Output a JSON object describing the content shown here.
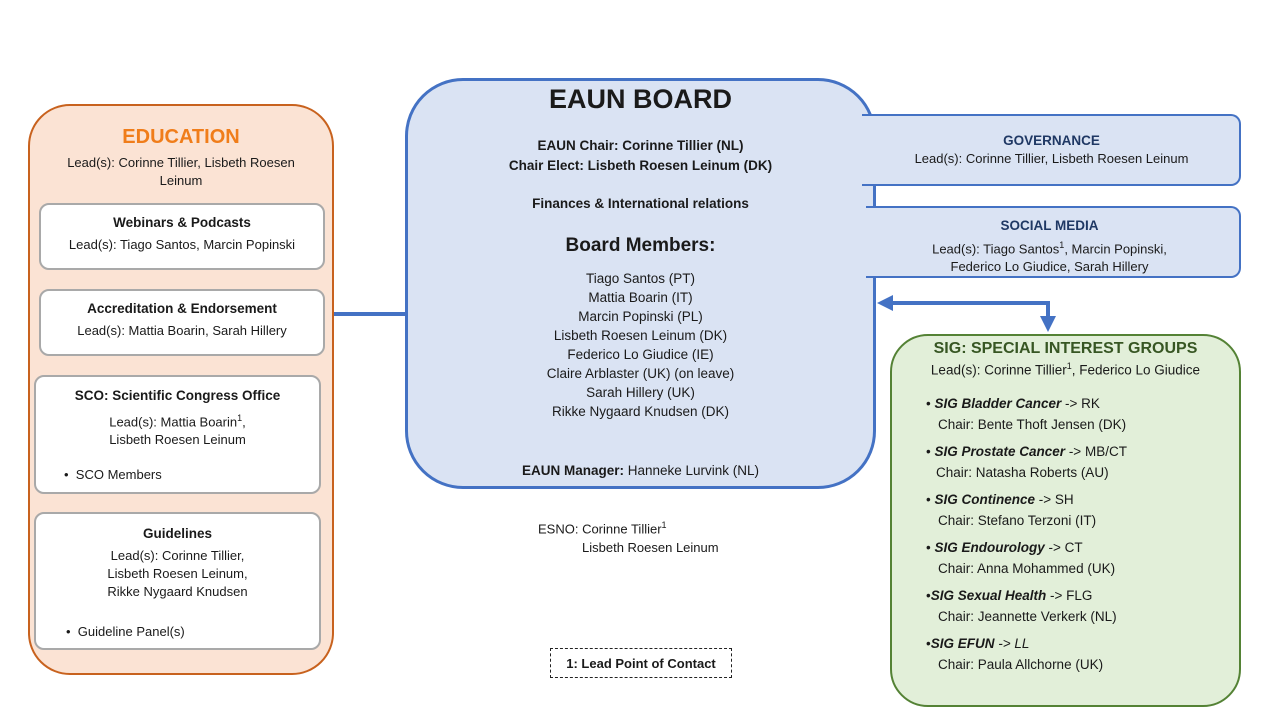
{
  "education": {
    "title": "EDUCATION",
    "leads_line1": "Lead(s): Corinne Tillier, Lisbeth Roesen",
    "leads_line2": "Leinum",
    "webinars": {
      "title": "Webinars & Podcasts",
      "leads": "Lead(s): Tiago Santos, Marcin Popinski"
    },
    "accreditation": {
      "title": "Accreditation & Endorsement",
      "leads": "Lead(s): Mattia Boarin, Sarah Hillery"
    },
    "sco": {
      "title": "SCO: Scientific Congress Office",
      "leads_line1": "Lead(s): Mattia Boarin",
      "leads_sup": "1",
      "leads_comma": ",",
      "leads_line2": "Lisbeth Roesen Leinum",
      "bullet": "SCO Members"
    },
    "guidelines": {
      "title": "Guidelines",
      "leads_line1": "Lead(s): Corinne Tillier,",
      "leads_line2": "Lisbeth Roesen Leinum,",
      "leads_line3": "Rikke Nygaard Knudsen",
      "bullet": "Guideline Panel(s)"
    }
  },
  "board": {
    "title": "EAUN BOARD",
    "chair": "EAUN Chair: Corinne Tillier (NL)",
    "chair_elect": "Chair Elect: Lisbeth Roesen Leinum (DK)",
    "finances": "Finances & International relations",
    "members_heading": "Board Members:",
    "members": [
      "Tiago Santos (PT)",
      "Mattia Boarin (IT)",
      "Marcin Popinski (PL)",
      "Lisbeth Roesen Leinum (DK)",
      "Federico Lo Giudice (IE)",
      "Claire Arblaster (UK) (on leave)",
      "Sarah Hillery (UK)",
      "Rikke Nygaard Knudsen (DK)"
    ],
    "manager_label": "EAUN Manager:",
    "manager_name": "Hanneke Lurvink (NL)"
  },
  "esno": {
    "line1_label": "ESNO: Corinne Tillier",
    "line1_sup": "1",
    "line2": "Lisbeth Roesen Leinum"
  },
  "governance": {
    "title": "GOVERNANCE",
    "leads": "Lead(s): Corinne Tillier, Lisbeth Roesen Leinum"
  },
  "social_media": {
    "title": "SOCIAL MEDIA",
    "leads_a": "Lead(s): Tiago Santos",
    "leads_sup": "1",
    "leads_b": ", Marcin Popinski,",
    "leads_line2": "Federico Lo Giudice, Sarah Hillery"
  },
  "sig": {
    "title": "SIG: SPECIAL INTEREST GROUPS",
    "leads_a": "Lead(s): Corinne Tillier",
    "leads_sup": "1",
    "leads_b": ", Federico Lo Giudice",
    "groups": [
      {
        "name": "SIG Bladder Cancer",
        "suffix": " -> RK",
        "chair": "Chair: Bente Thoft Jensen (DK)"
      },
      {
        "name": "SIG Prostate Cancer",
        "suffix": " -> MB/CT",
        "chair": "Chair: Natasha Roberts (AU)"
      },
      {
        "name": "SIG Continence",
        "suffix": " -> SH",
        "chair": "Chair: Stefano Terzoni (IT)"
      },
      {
        "name": "SIG Endourology",
        "suffix": " -> CT",
        "chair": "Chair: Anna Mohammed (UK)"
      },
      {
        "name": "SIG Sexual Health",
        "suffix": " -> FLG",
        "chair": "Chair: Jeannette Verkerk (NL)"
      },
      {
        "name": "SIG EFUN",
        "suffix": " -> LL",
        "chair": "Chair: Paula Allchorne (UK)"
      }
    ]
  },
  "legend": "1: Lead Point of Contact",
  "colors": {
    "education_fill": "#fbe3d4",
    "education_border": "#c8621e",
    "education_title": "#f07d1a",
    "board_fill": "#dae3f3",
    "board_border": "#4472c4",
    "sig_fill": "#e2efd9",
    "sig_border": "#548235"
  }
}
